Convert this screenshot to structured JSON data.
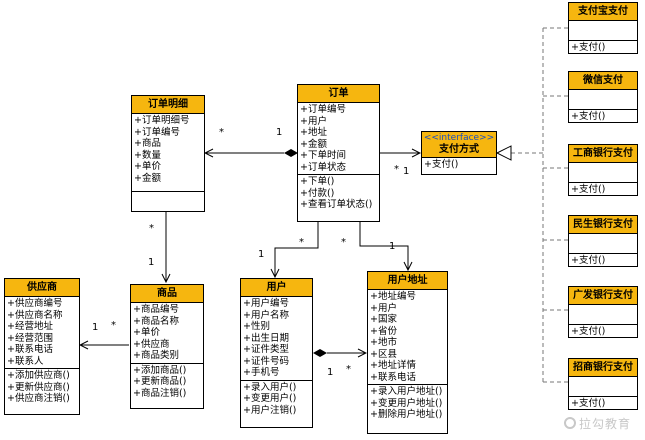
{
  "classes": {
    "order": {
      "title": "订单",
      "attrs": [
        "+订单编号",
        "+用户",
        "+地址",
        "+金额",
        "+下单时间",
        "+订单状态"
      ],
      "ops": [
        "+下单()",
        "+付款()",
        "+查看订单状态()"
      ]
    },
    "order_detail": {
      "title": "订单明细",
      "attrs": [
        "+订单明细号",
        "+订单编号",
        "+商品",
        "+数量",
        "+单价",
        "+金额"
      ],
      "ops": []
    },
    "payment": {
      "stereotype": "<<interface>>",
      "title": "支付方式",
      "attrs": [
        "+支付()"
      ]
    },
    "supplier": {
      "title": "供应商",
      "attrs": [
        "+供应商编号",
        "+供应商名称",
        "+经营地址",
        "+经营范围",
        "+联系电话",
        "+联系人"
      ],
      "ops": [
        "+添加供应商()",
        "+更新供应商()",
        "+供应商注销()"
      ]
    },
    "product": {
      "title": "商品",
      "attrs": [
        "+商品编号",
        "+商品名称",
        "+单价",
        "+供应商",
        "+商品类别"
      ],
      "ops": [
        "+添加商品()",
        "+更新商品()",
        "+商品注销()"
      ]
    },
    "user": {
      "title": "用户",
      "attrs": [
        "+用户编号",
        "+用户名称",
        "+性别",
        "+出生日期",
        "+证件类型",
        "+证件号码",
        "+手机号"
      ],
      "ops": [
        "+录入用户()",
        "+变更用户()",
        "+用户注销()"
      ]
    },
    "user_address": {
      "title": "用户地址",
      "attrs": [
        "+地址编号",
        "+用户",
        "+国家",
        "+省份",
        "+地市",
        "+区县",
        "+地址详情",
        "+联系电话"
      ],
      "ops": [
        "+录入用户地址()",
        "+变更用户地址()",
        "+删除用户地址()"
      ]
    },
    "alipay": {
      "title": "支付宝支付",
      "attrs": [],
      "ops": [
        "+支付()"
      ]
    },
    "wechat": {
      "title": "微信支付",
      "attrs": [],
      "ops": [
        "+支付()"
      ]
    },
    "icbc": {
      "title": "工商银行支付",
      "attrs": [],
      "ops": [
        "+支付()"
      ]
    },
    "cmbc": {
      "title": "民生银行支付",
      "attrs": [],
      "ops": [
        "+支付()"
      ]
    },
    "cgb": {
      "title": "广发银行支付",
      "attrs": [],
      "ops": [
        "+支付()"
      ]
    },
    "cmb": {
      "title": "招商银行支付",
      "attrs": [],
      "ops": [
        "+支付()"
      ]
    }
  },
  "multiplicities": {
    "detail_to_order_detail": "*",
    "detail_to_order_order": "1",
    "order_to_payment_a": "*",
    "order_to_payment_b": "1",
    "detail_to_product_detail": "*",
    "detail_to_product_product": "1",
    "product_to_supplier_supplier": "1",
    "product_to_supplier_product": "*",
    "order_to_user_order": "*",
    "order_to_user_user": "1",
    "order_to_address_order": "*",
    "order_to_address_address": "1",
    "user_to_address_user": "1",
    "user_to_address_address": "*"
  },
  "watermark": "拉勾教育"
}
